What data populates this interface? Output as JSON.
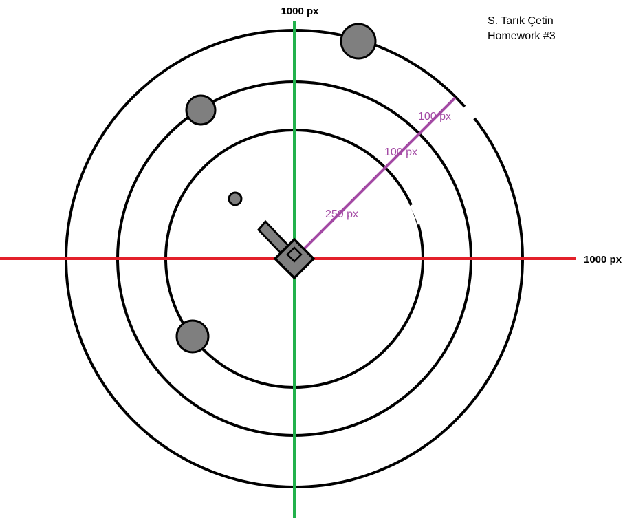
{
  "colors": {
    "x_axis": "#e3202a",
    "y_axis": "#22b14c",
    "rings": "#000000",
    "radius_marker": "#a349a4",
    "objects_fill": "#7f7f7f",
    "objects_stroke": "#000000"
  },
  "axes": {
    "vertical_label": "1000 px",
    "horizontal_label": "1000 px"
  },
  "radius_labels": {
    "inner": "250 px",
    "middle": "100 px",
    "outer": "100 px"
  },
  "author": {
    "name": "S. Tarık Çetin",
    "assignment": "Homework #3"
  },
  "icons": {
    "tank": "tank-turret-icon",
    "small_enemy": "small-circle-icon",
    "large_enemies": "large-circle-icon"
  }
}
